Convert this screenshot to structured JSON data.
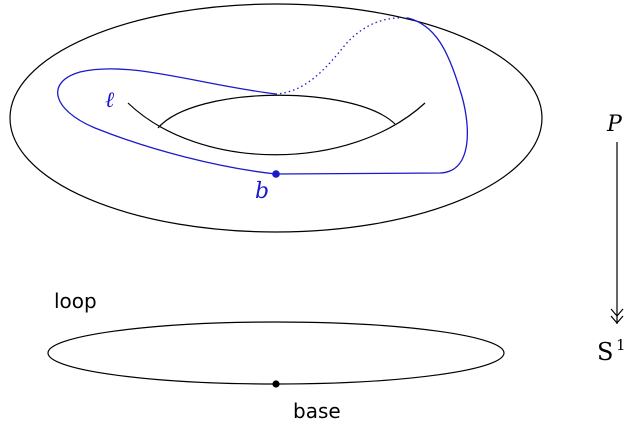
{
  "torus": {
    "loop_label": "ℓ",
    "point_label": "b"
  },
  "circle": {
    "loop_label": "loop",
    "base_label": "base"
  },
  "fibration": {
    "total_space": "P",
    "base_space": "S",
    "base_exponent": "1"
  },
  "colors": {
    "outline": "#000000",
    "loop": "#1a1acc"
  }
}
